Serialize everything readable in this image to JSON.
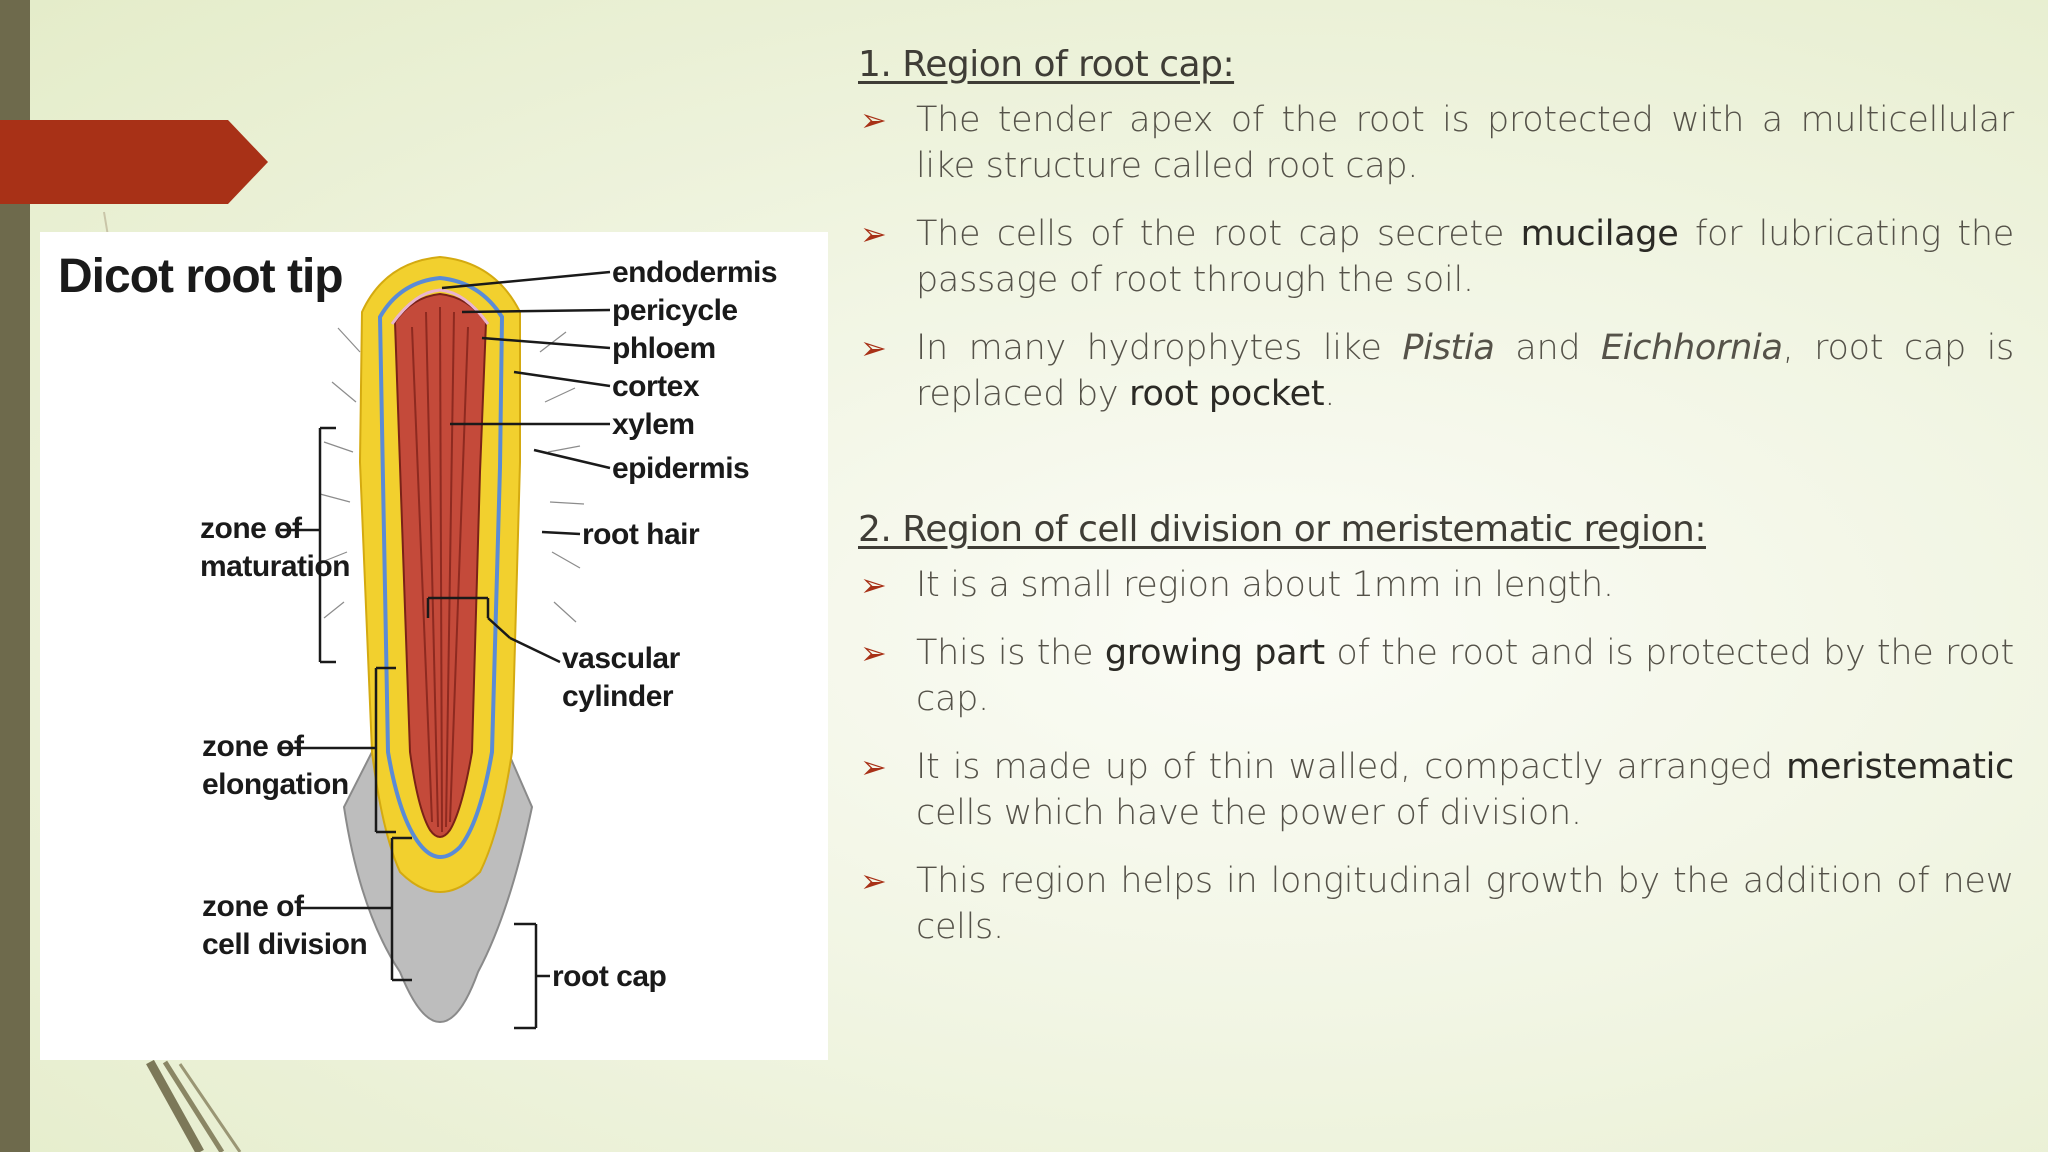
{
  "diagram": {
    "title": "Dicot root tip",
    "labels": {
      "endodermis": "endodermis",
      "pericycle": "pericycle",
      "phloem": "phloem",
      "cortex": "cortex",
      "xylem": "xylem",
      "epidermis": "epidermis",
      "root_hair": "root hair",
      "vascular_1": "vascular",
      "vascular_2": "cylinder",
      "maturation_1": "zone of",
      "maturation_2": "maturation",
      "elongation_1": "zone of",
      "elongation_2": "elongation",
      "division_1": "zone of",
      "division_2": "cell division",
      "root_cap": "root cap"
    },
    "colors": {
      "cortex": "#f2d02e",
      "endodermis": "#3b6fc4",
      "xylem": "#c44a3a",
      "cap": "#b8b8b8"
    }
  },
  "section1": {
    "heading": "1. Region of root cap:",
    "bullets": [
      {
        "parts": [
          {
            "text": "The tender apex of the root is protected with a multicellular like structure called root cap."
          }
        ]
      },
      {
        "parts": [
          {
            "text": "The cells of the root cap secrete "
          },
          {
            "text": "mucilage",
            "style": "bold"
          },
          {
            "text": " for lubricating the passage of root through the soil."
          }
        ]
      },
      {
        "parts": [
          {
            "text": "In many hydrophytes like "
          },
          {
            "text": "Pistia",
            "style": "italic"
          },
          {
            "text": " and "
          },
          {
            "text": "Eichhornia",
            "style": "italic"
          },
          {
            "text": ", root cap is replaced by "
          },
          {
            "text": "root pocket",
            "style": "bold"
          },
          {
            "text": "."
          }
        ]
      }
    ]
  },
  "section2": {
    "heading": "2. Region of cell division or meristematic region:",
    "bullets": [
      {
        "parts": [
          {
            "text": "It is a small region about 1mm in length."
          }
        ]
      },
      {
        "parts": [
          {
            "text": "This is the "
          },
          {
            "text": "growing part",
            "style": "bold"
          },
          {
            "text": " of the root and is protected by the root cap."
          }
        ]
      },
      {
        "parts": [
          {
            "text": "It is made up of thin walled, compactly arranged "
          },
          {
            "text": "meristematic",
            "style": "bold"
          },
          {
            "text": " cells which have the power of division."
          }
        ]
      },
      {
        "parts": [
          {
            "text": "This region helps in longitudinal growth by the addition of new cells."
          }
        ]
      }
    ]
  },
  "theme": {
    "accent": "#a83117",
    "bar": "#6e6a4c"
  }
}
